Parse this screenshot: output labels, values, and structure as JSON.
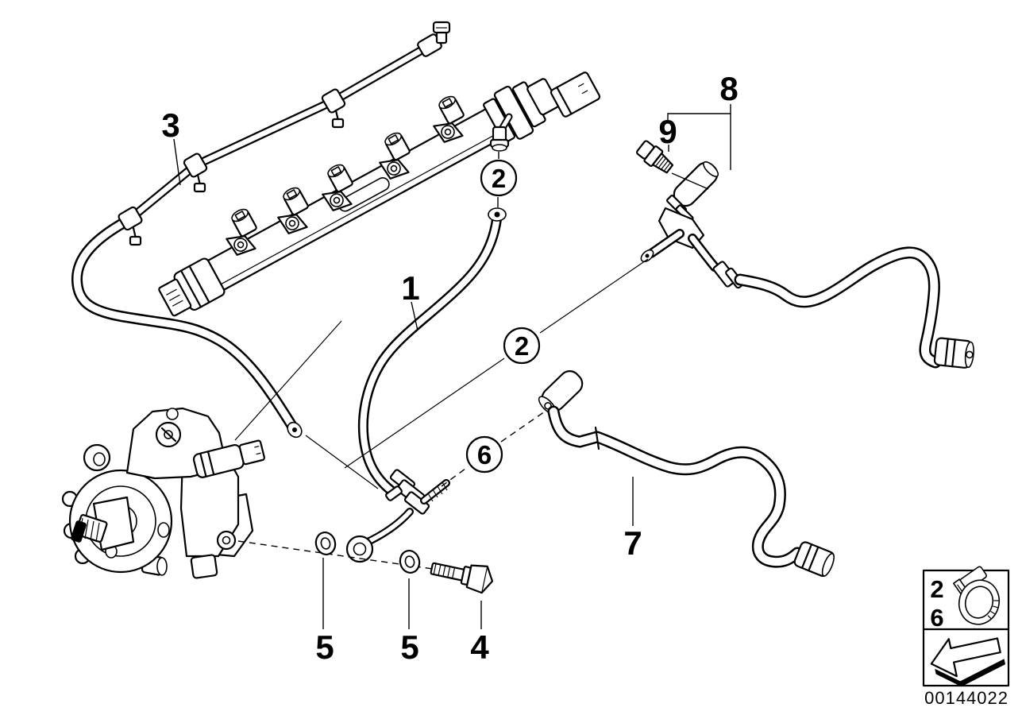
{
  "diagram": {
    "number": "00144022",
    "callouts": {
      "p1": "1",
      "p2": "2",
      "p3": "3",
      "p4": "4",
      "p5": "5",
      "p6": "6",
      "p7": "7",
      "p8": "8",
      "p9": "9"
    },
    "legend": {
      "row1": "2",
      "row2": "6"
    },
    "colors": {
      "ink": "#000000",
      "paper": "#ffffff"
    }
  }
}
